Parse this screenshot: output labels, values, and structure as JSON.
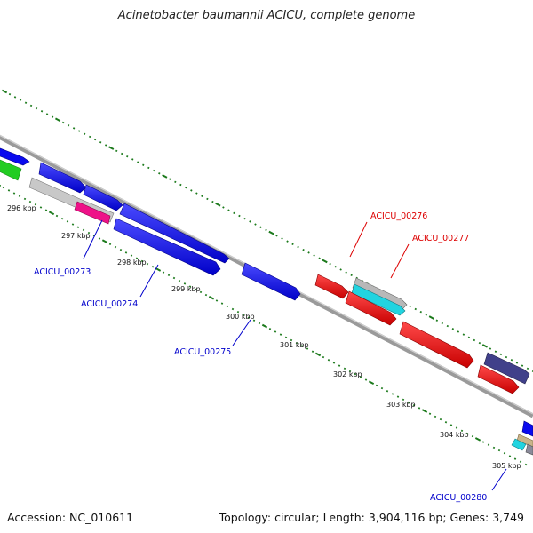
{
  "title": "Acinetobacter baumannii ACICU, complete genome",
  "footer": {
    "accession": "Accession: NC_010611",
    "summary": "Topology: circular; Length: 3,904,116 bp; Genes: 3,749"
  },
  "ticks": [
    "296 kbp",
    "297 kbp",
    "298 kbp",
    "299 kbp",
    "300 kbp",
    "301 kbp",
    "302 kbp",
    "303 kbp",
    "304 kbp",
    "305 kbp"
  ],
  "gene_labels": {
    "acicu_00273": "ACICU_00273",
    "acicu_00274": "ACICU_00274",
    "acicu_00275": "ACICU_00275",
    "acicu_00276": "ACICU_00276",
    "acicu_00277": "ACICU_00277",
    "acicu_00280": "ACICU_00280"
  },
  "colors": {
    "backbone": "#8a8a8a",
    "tick_green": "#1c7a1c",
    "gene_blue": "#0a0aee",
    "gene_red": "#ee0a0a",
    "gene_green": "#22cc22",
    "gene_gray": "#c8c8c8",
    "gene_magenta": "#ee1188",
    "gene_cyan": "#22d4e0",
    "gene_purple": "#40408a",
    "gene_tan": "#c9b48a",
    "label_blue": "#0000cc",
    "label_red": "#dd0000"
  }
}
